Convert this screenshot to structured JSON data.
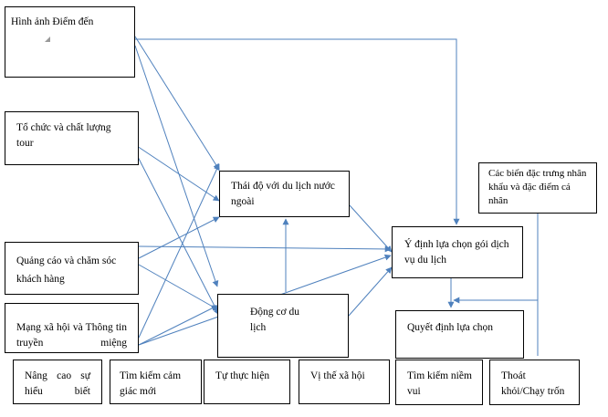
{
  "diagram": {
    "nodes": {
      "hinh_anh": "Hình ảnh Điểm đến",
      "to_chuc": "Tổ chức và chất lượng tour",
      "quang_cao": "Quảng cáo và chăm sóc khách hàng",
      "mang_xa_hoi": "Mạng xã hội và Thông tin truyền miệng",
      "thai_do": "Thái độ với du lịch nước ngoài",
      "dong_co": "Động cơ du lịch",
      "y_dinh": "Ý định lựa chọn gói dịch vụ du lịch",
      "quyet_dinh": "Quyết định lựa chọn",
      "cac_bien": "Các biến đặc trưng nhân khẩu và đặc điểm cá nhân",
      "nang_cao": "Nâng cao sự hiểu biết",
      "tim_kiem_cam_giac": "Tìm kiếm cảm giác mới",
      "tu_thuc_hien": "Tự thực hiện",
      "vi_the": "Vị thế xã hội",
      "tim_kiem_niem_vui": "Tìm kiếm niềm vui",
      "thoat_khoi": "Thoát khỏi/Chạy trốn"
    },
    "edge_color": "#4f81bd"
  }
}
